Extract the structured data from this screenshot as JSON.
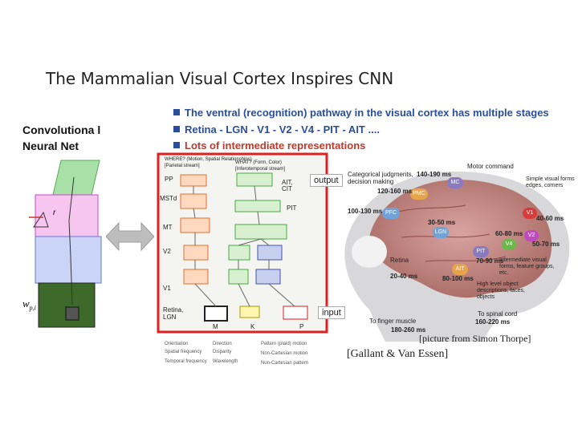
{
  "slide": {
    "title": "The Mammalian Visual Cortex Inspires CNN",
    "cnn_label": "Convolutiona l Neural Net"
  },
  "bullets": [
    "The ventral (recognition) pathway in the visual cortex has multiple stages",
    "Retina - LGN - V1 - V2 - V4 - PIT - AIT ....",
    "Lots of intermediate representations"
  ],
  "labels": {
    "output": "output",
    "input": "input",
    "weight_symbol": "w",
    "weight_sub": "p,i"
  },
  "brain": {
    "areas": [
      "PFC",
      "PMC",
      "MC",
      "LGN",
      "V1",
      "V2",
      "V4",
      "PIT",
      "AIT",
      "Retina"
    ],
    "annotations": {
      "categorical": "Categorical judgments, decision making",
      "motor": "Motor command",
      "simple_forms": "Simple visual forms edges, corners",
      "intermediate": "Intermediate visual forms, feature groups, etc.",
      "high_level": "High level object descriptions, faces, objects",
      "spinal": "To spinal cord",
      "finger": "To finger muscle"
    },
    "timings": {
      "t1": "140-190 ms",
      "t2": "120-160 ms",
      "t3": "100-130 ms",
      "t4": "30-50 ms",
      "t5": "40-60 ms",
      "t6": "60-80 ms",
      "t7": "50-70 ms",
      "t8": "70-90 ms",
      "t9": "80-100 ms",
      "t10": "20-40 ms",
      "t11": "160-220 ms",
      "t12": "180-260 ms"
    }
  },
  "credits": {
    "thorpe": "[picture from Simon Thorpe]",
    "gallant": "[Gallant & Van Essen]"
  },
  "colors": {
    "accent_blue": "#2a4e9b",
    "accent_red": "#c0392b",
    "highlight_red": "#e02020"
  }
}
